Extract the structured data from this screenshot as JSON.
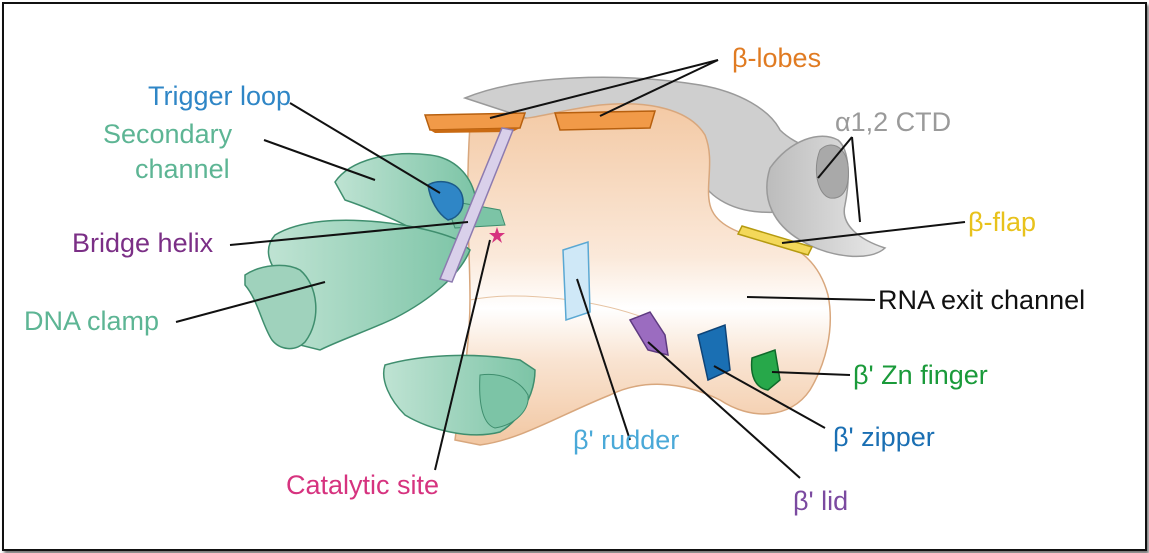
{
  "labels": {
    "beta_lobes": "β-lobes",
    "trigger_loop": "Trigger loop",
    "secondary_channel_1": "Secondary",
    "secondary_channel_2": "channel",
    "alpha_ctd": "α1,2 CTD",
    "bridge_helix": "Bridge helix",
    "beta_flap": "β-flap",
    "dna_clamp": "DNA clamp",
    "rna_exit_channel": "RNA exit channel",
    "zn_finger": "β' Zn finger",
    "zipper": "β' zipper",
    "rudder": "β' rudder",
    "catalytic_site": "Catalytic site",
    "lid": "β' lid"
  },
  "colors": {
    "beta_lobes": "#e07b22",
    "trigger_loop": "#2f86c6",
    "secondary_channel": "#5db594",
    "alpha_ctd": "#9a9a9a",
    "bridge_helix": "#7b2f86",
    "beta_flap": "#e8c21c",
    "dna_clamp": "#5db594",
    "rna_exit_channel": "#111111",
    "zn_finger": "#1a9a3a",
    "zipper": "#1a6fb3",
    "rudder": "#4aa9d8",
    "catalytic_site": "#d6337f",
    "lid": "#7b4aa0"
  }
}
